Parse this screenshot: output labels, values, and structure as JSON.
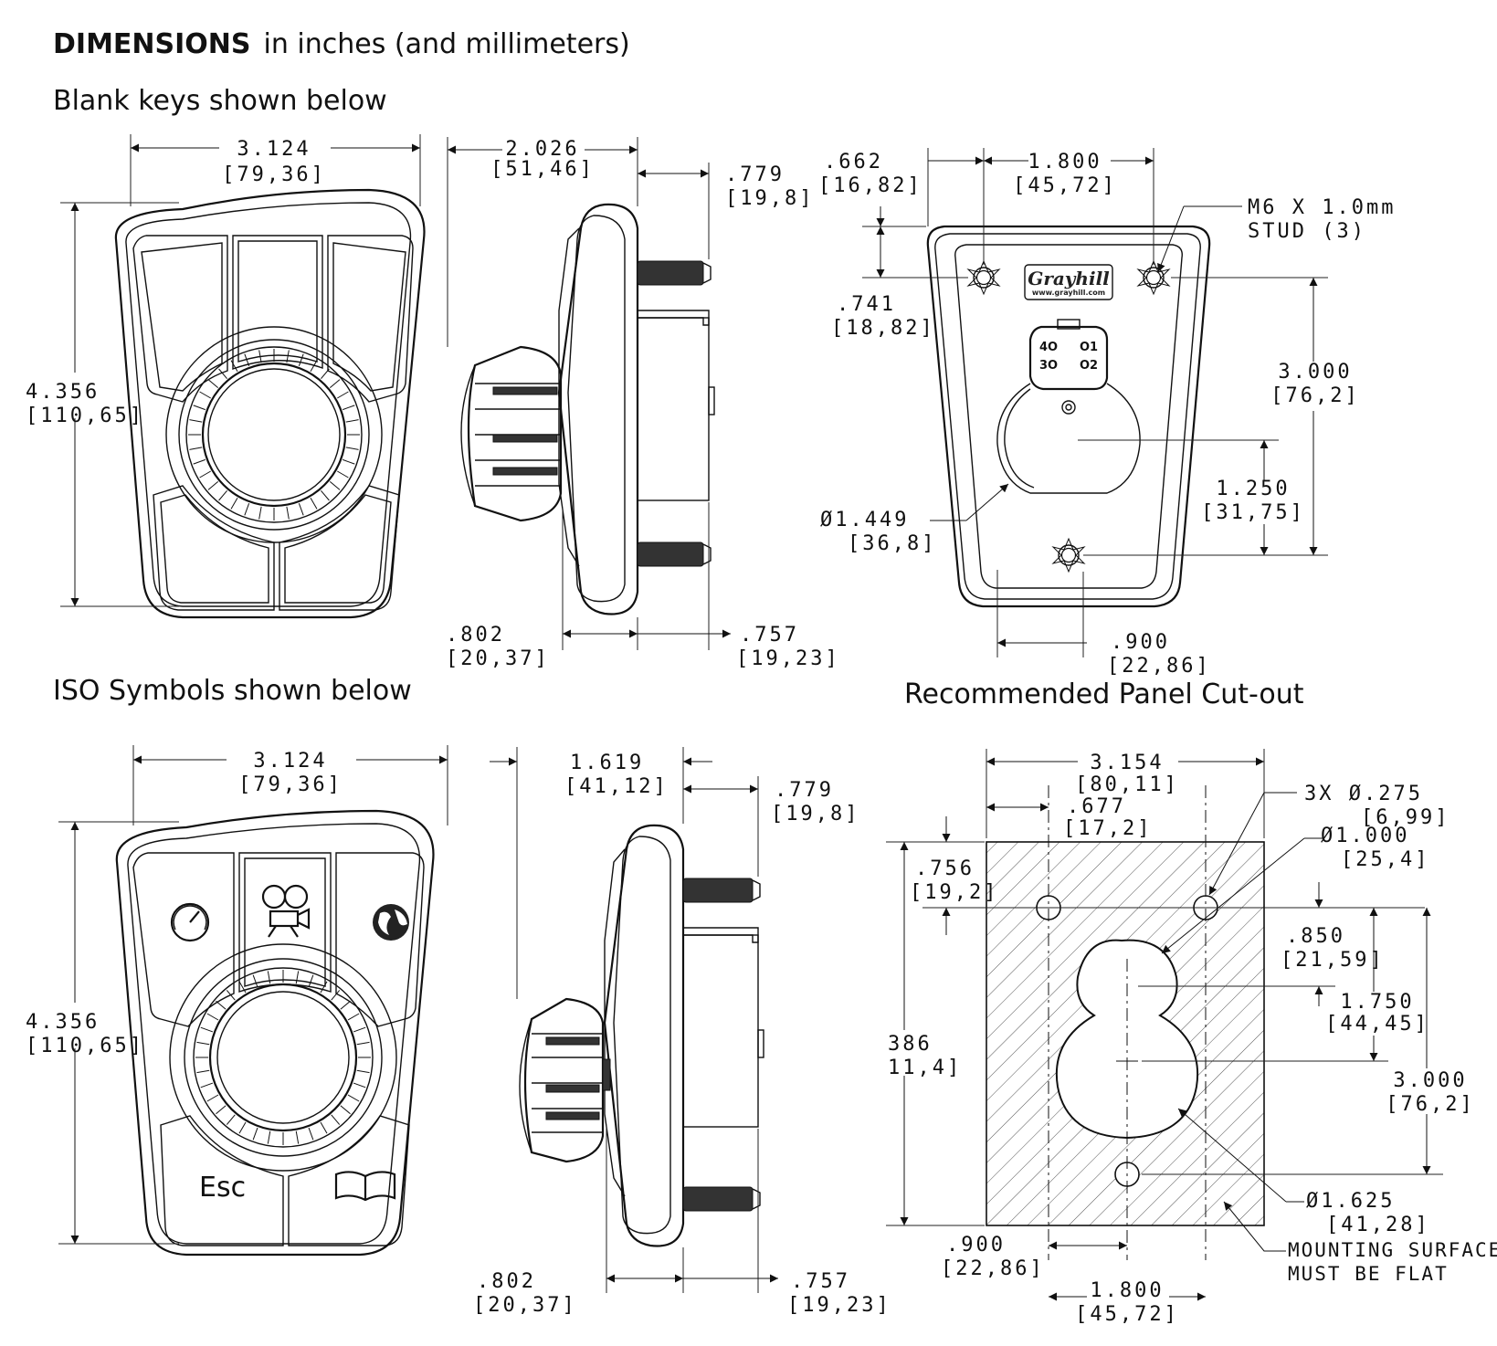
{
  "header": {
    "title_bold": "DIMENSIONS",
    "title_rest": "in inches (and millimeters)"
  },
  "sections": {
    "blank_keys": "Blank keys shown below",
    "iso_symbols": "ISO Symbols shown below",
    "panel_cutout": "Recommended Panel Cut-out"
  },
  "blank_front": {
    "width_in": "3.124",
    "width_mm": "[79,36]",
    "height_in": "4.356",
    "height_mm": "[110,65]"
  },
  "blank_side": {
    "depth_in": "2.026",
    "depth_mm": "[51,46]",
    "stud_in": ".779",
    "stud_mm": "[19,8]",
    "bezel_in": ".802",
    "bezel_mm": "[20,37]",
    "body_in": ".757",
    "body_mm": "[19,23]"
  },
  "rear": {
    "edge_in": ".662",
    "edge_mm": "[16,82]",
    "stud_span_in": "1.800",
    "stud_span_mm": "[45,72]",
    "stud_note_1": "M6 X 1.0mm",
    "stud_note_2": "STUD (3)",
    "top_in": ".741",
    "top_mm": "[18,82]",
    "vert_in": "3.000",
    "vert_mm": "[76,2]",
    "lower_in": "1.250",
    "lower_mm": "[31,75]",
    "dia_in": "Ø1.449",
    "dia_mm": "[36,8]",
    "bottom_in": ".900",
    "bottom_mm": "[22,86]",
    "brand": "Grayhill",
    "url": "www.grayhill.com",
    "pins": [
      "4O",
      "O1",
      "3O",
      "O2"
    ]
  },
  "iso_front": {
    "width_in": "3.124",
    "width_mm": "[79,36]",
    "height_in": "4.356",
    "height_mm": "[110,65]",
    "esc_label": "Esc",
    "icons": [
      "gauge-icon",
      "camera-icon",
      "globe-icon",
      "book-icon"
    ]
  },
  "iso_side": {
    "depth_in": "1.619",
    "depth_mm": "[41,12]",
    "stud_in": ".779",
    "stud_mm": "[19,8]",
    "bezel_in": ".802",
    "bezel_mm": "[20,37]",
    "body_in": ".757",
    "body_mm": "[19,23]"
  },
  "cutout": {
    "width_in": "3.154",
    "width_mm": "[80,11]",
    "edge_in": ".677",
    "edge_mm": "[17,2]",
    "holes_note": "3X Ø.275",
    "holes_mm": "[6,99]",
    "small_dia_in": "Ø1.000",
    "small_dia_mm": "[25,4]",
    "top_in": ".756",
    "top_mm": "[19,2]",
    "upper_in": ".850",
    "upper_mm": "[21,59]",
    "mid_in": "1.750",
    "mid_mm": "[44,45]",
    "total_in": "3.000",
    "total_mm": "[76,2]",
    "height_in": "386",
    "height_mm": "11,4]",
    "large_dia_in": "Ø1.625",
    "large_dia_mm": "[41,28]",
    "surface_note_1": "MOUNTING SURFACE",
    "surface_note_2": "MUST BE FLAT",
    "left_in": ".900",
    "left_mm": "[22,86]",
    "span_in": "1.800",
    "span_mm": "[45,72]"
  }
}
